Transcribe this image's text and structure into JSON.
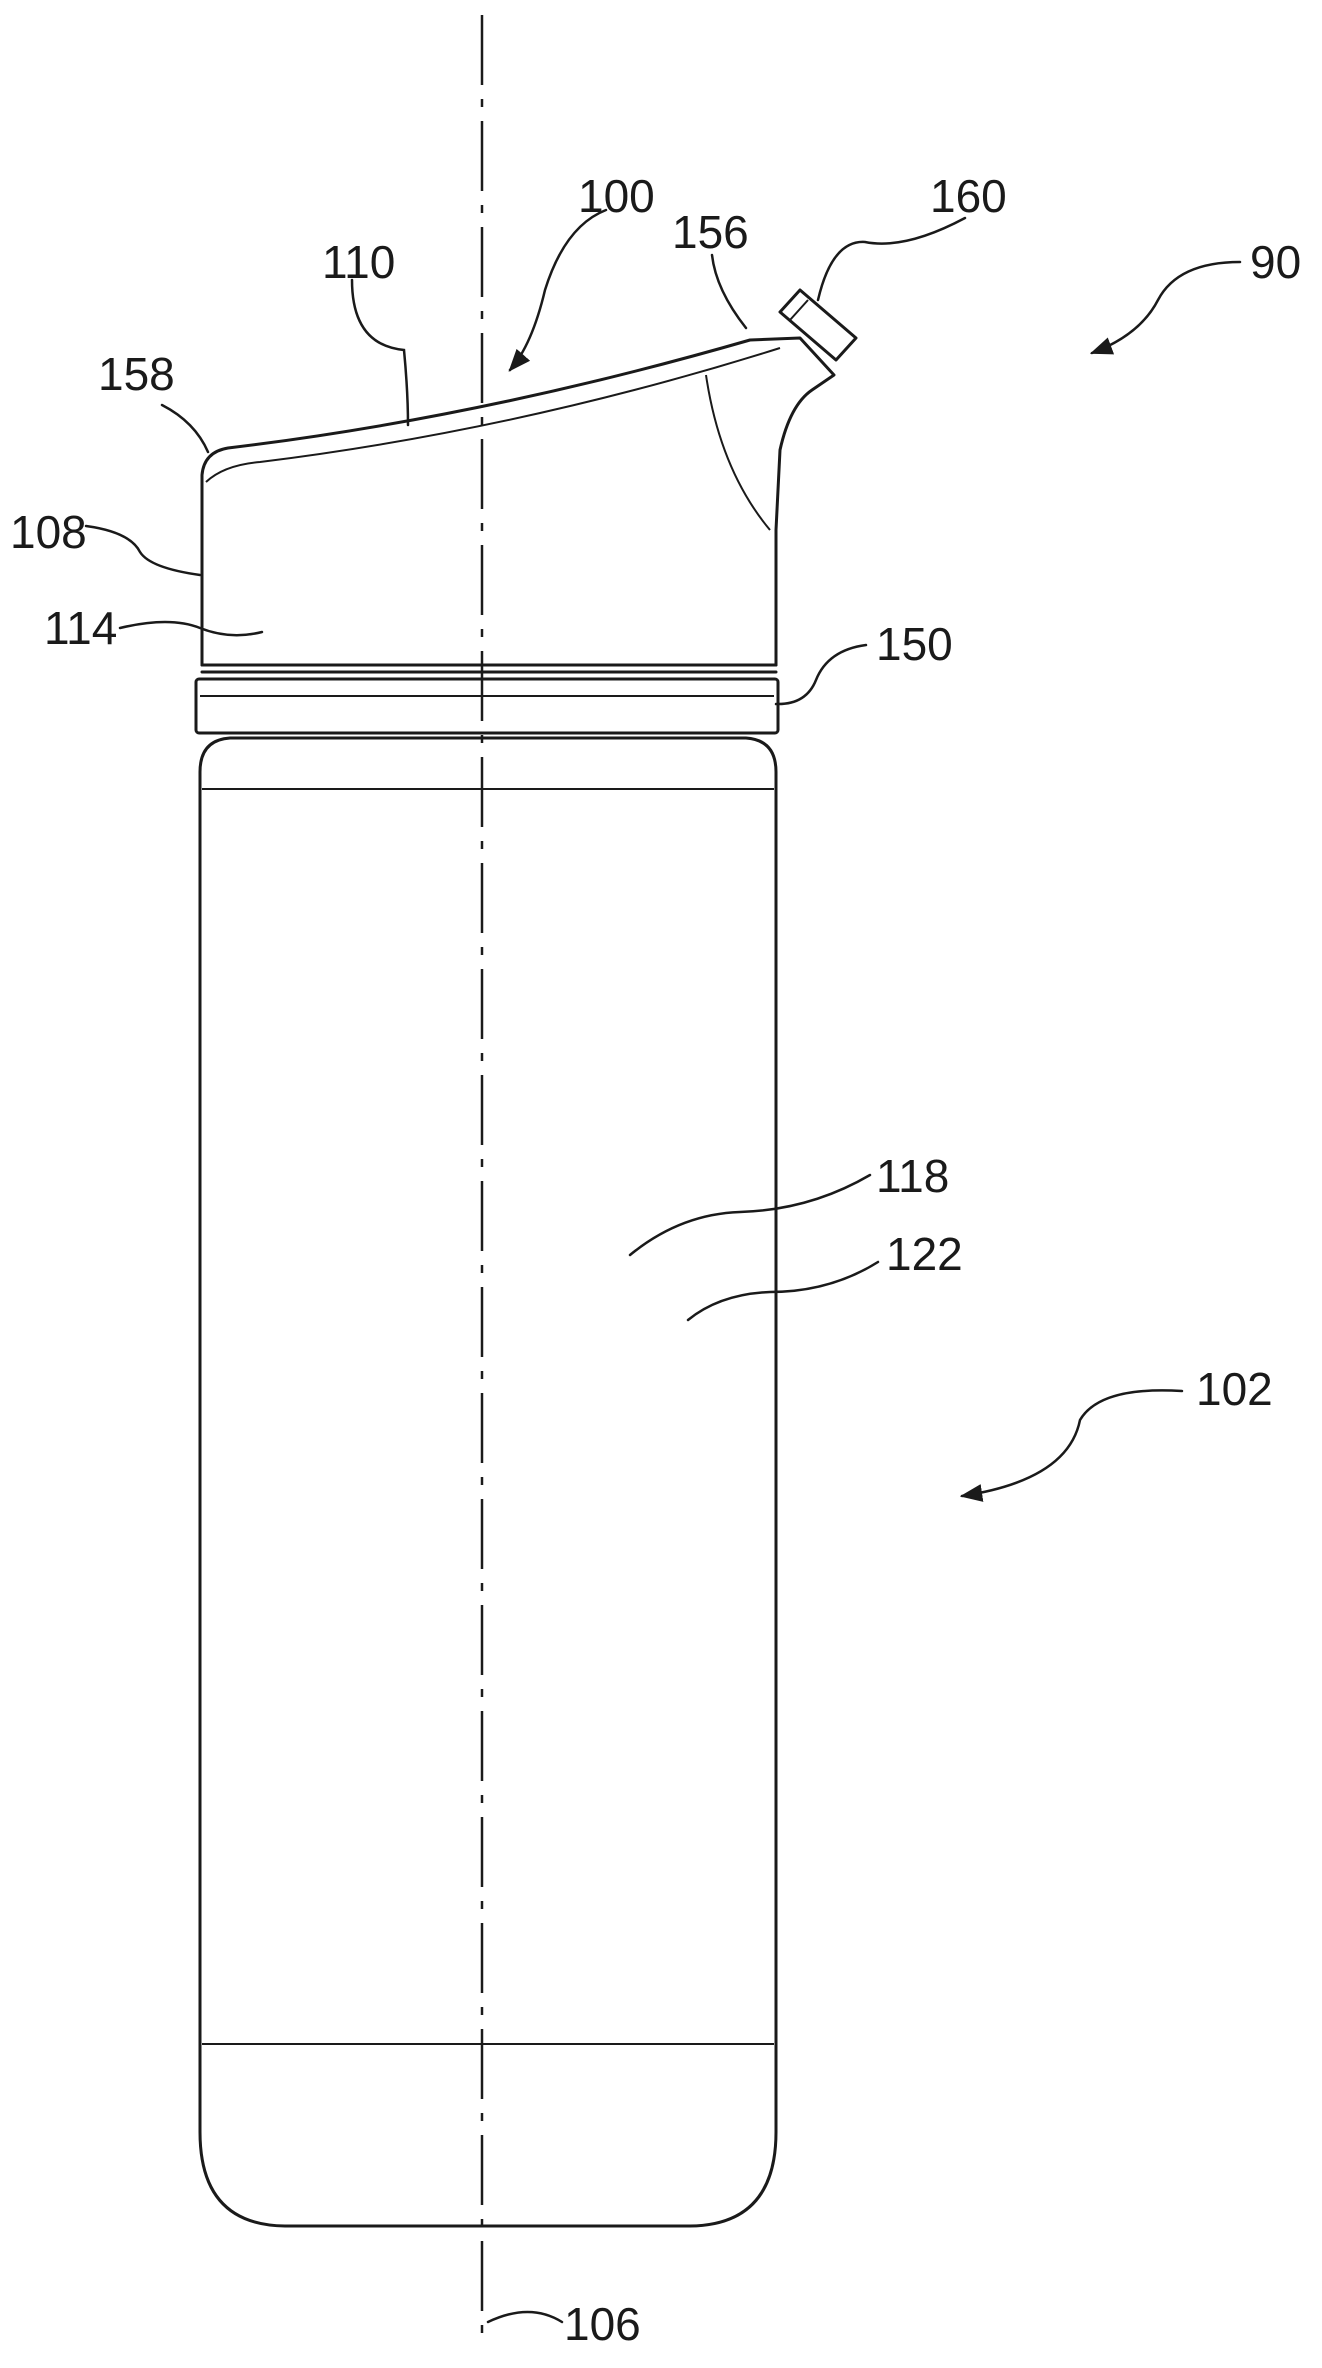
{
  "labels": {
    "assembly": "90",
    "lid": "100",
    "container": "102",
    "axis": "106",
    "lid_side": "108",
    "lid_top": "110",
    "lid_surface": "114",
    "body_outer": "118",
    "body_inner": "122",
    "ring": "150",
    "spout": "156",
    "lid_edge": "158",
    "spout_tip": "160"
  }
}
